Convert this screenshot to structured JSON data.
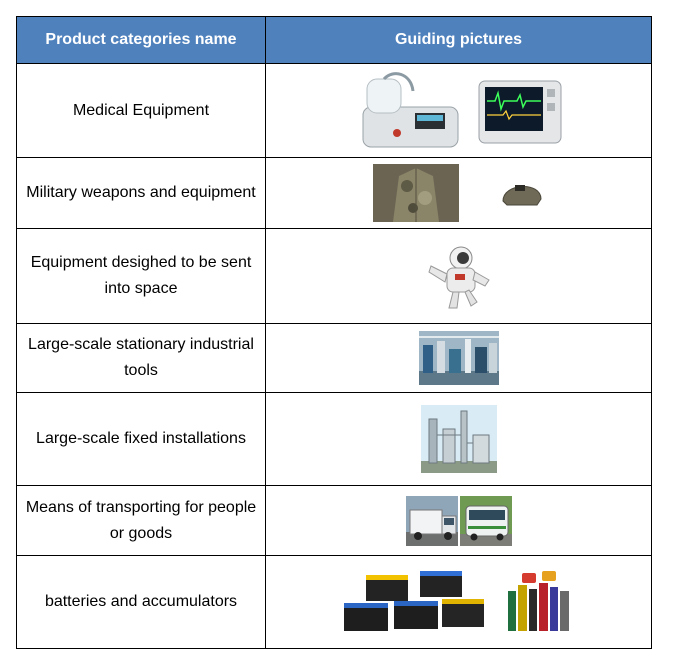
{
  "table": {
    "headers": {
      "category": "Product categories name",
      "pictures": "Guiding pictures"
    },
    "rows": [
      {
        "name": "Medical Equipment",
        "pictures": [
          "suction-device-icon",
          "patient-monitor-icon"
        ]
      },
      {
        "name": "Military weapons and equipment",
        "pictures": [
          "camouflage-uniform-icon",
          "military-helmet-icon"
        ]
      },
      {
        "name": "Equipment desighed to be sent into space",
        "pictures": [
          "astronaut-icon"
        ]
      },
      {
        "name": "Large-scale stationary industrial tools",
        "pictures": [
          "factory-floor-icon"
        ]
      },
      {
        "name": "Large-scale fixed installations",
        "pictures": [
          "refinery-icon"
        ]
      },
      {
        "name": "Means of transporting for people or goods",
        "pictures": [
          "truck-icon",
          "bus-icon"
        ]
      },
      {
        "name": "batteries and accumulators",
        "pictures": [
          "car-batteries-icon",
          "cell-batteries-icon"
        ]
      }
    ]
  },
  "colors": {
    "header_bg": "#4f81bd",
    "header_text": "#ffffff",
    "border": "#000000"
  }
}
